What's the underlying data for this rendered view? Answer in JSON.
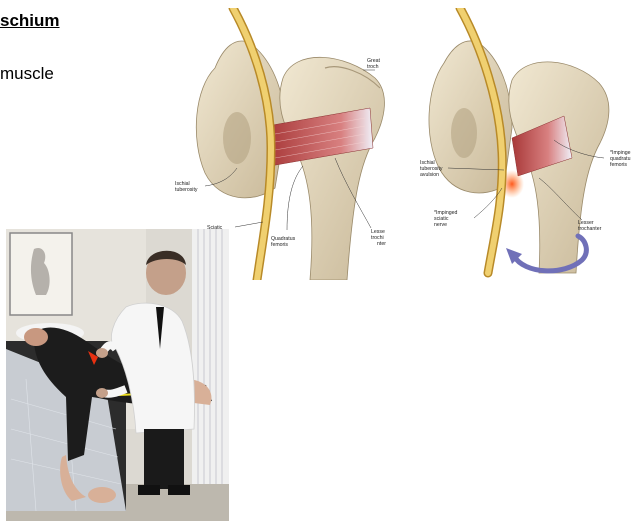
{
  "heading": "schium",
  "subtext": "muscle",
  "figure_left": {
    "labels": {
      "greater_trochanter": [
        "Great",
        "troch"
      ],
      "ischial_tuberosity": [
        "Ischial",
        "tuberosity"
      ],
      "sciatic": "Sciatic",
      "quadratus_femoris": [
        "Quadratus",
        "femoris"
      ],
      "lesser_trochanter": [
        "Lesse",
        "trochi",
        "nter"
      ]
    }
  },
  "figure_right": {
    "labels": {
      "ischial_tuberosity_avulsion": [
        "Ischial",
        "tuberosity",
        "avulsion"
      ],
      "impinged_quadratus": [
        "*Impinge",
        "quadratu",
        "femoris"
      ],
      "impinged_sciatic": [
        "*Impinged",
        "sciatic",
        "nerve"
      ],
      "lesser_trochanter": [
        "Lesser",
        "trochanter"
      ]
    }
  },
  "colors": {
    "bone": "#e8dcc0",
    "bone_shadow": "#b8a888",
    "nerve": "#e8c860",
    "muscle": "#c05050",
    "tendon": "#e8e8f0",
    "arrow": "#7070b8",
    "inflammation": "#ff6020"
  }
}
